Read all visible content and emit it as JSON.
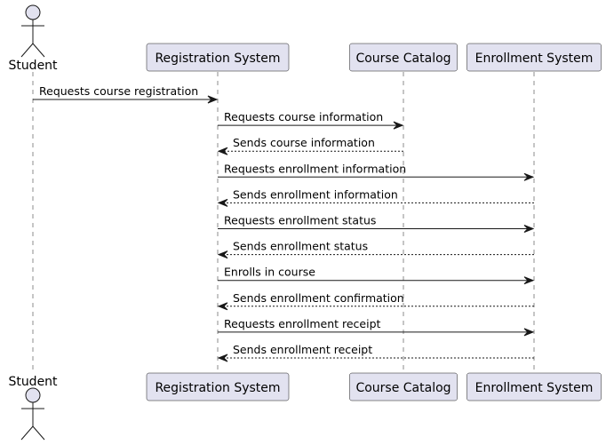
{
  "participants": [
    {
      "id": "student",
      "kind": "actor",
      "label": "Student"
    },
    {
      "id": "registration",
      "kind": "box",
      "label": "Registration System"
    },
    {
      "id": "catalog",
      "kind": "box",
      "label": "Course Catalog"
    },
    {
      "id": "enrollment",
      "kind": "box",
      "label": "Enrollment System"
    }
  ],
  "messages": [
    {
      "from": "student",
      "to": "registration",
      "style": "solid",
      "label": "Requests course registration"
    },
    {
      "from": "registration",
      "to": "catalog",
      "style": "solid",
      "label": "Requests course information"
    },
    {
      "from": "catalog",
      "to": "registration",
      "style": "dashed",
      "label": "Sends course information"
    },
    {
      "from": "registration",
      "to": "enrollment",
      "style": "solid",
      "label": "Requests enrollment information"
    },
    {
      "from": "enrollment",
      "to": "registration",
      "style": "dashed",
      "label": "Sends enrollment information"
    },
    {
      "from": "registration",
      "to": "enrollment",
      "style": "solid",
      "label": "Requests enrollment status"
    },
    {
      "from": "enrollment",
      "to": "registration",
      "style": "dashed",
      "label": "Sends enrollment status"
    },
    {
      "from": "registration",
      "to": "enrollment",
      "style": "solid",
      "label": "Enrolls in course"
    },
    {
      "from": "enrollment",
      "to": "registration",
      "style": "dashed",
      "label": "Sends enrollment confirmation"
    },
    {
      "from": "registration",
      "to": "enrollment",
      "style": "solid",
      "label": "Requests enrollment receipt"
    },
    {
      "from": "enrollment",
      "to": "registration",
      "style": "dashed",
      "label": "Sends enrollment receipt"
    }
  ],
  "colors": {
    "box_fill": "#e2e2f0",
    "box_stroke": "#181818",
    "lifeline": "#181818",
    "arrow": "#181818"
  }
}
